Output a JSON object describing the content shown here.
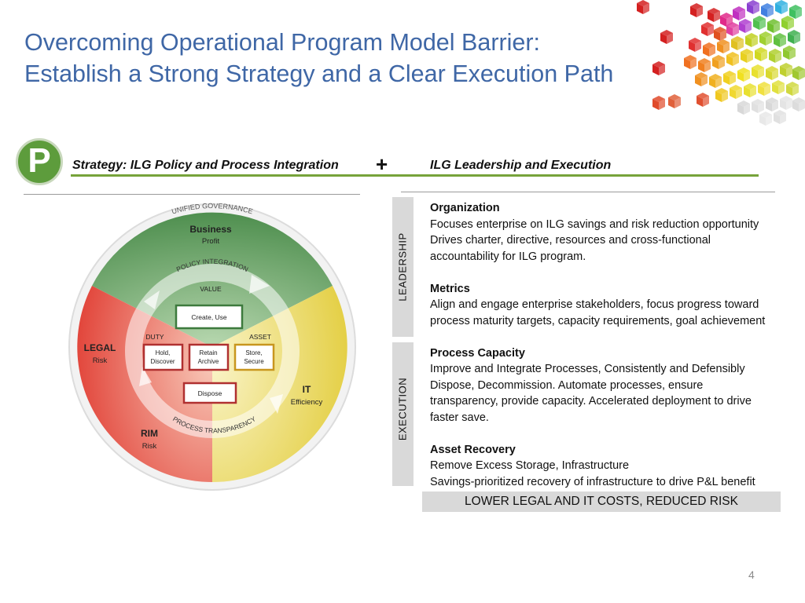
{
  "title": {
    "line1": "Overcoming Operational Program Model Barrier:",
    "line2": "Establish a Strong Strategy and a Clear Execution Path"
  },
  "badge": "P",
  "header": {
    "strategy": "Strategy:  ILG Policy and Process Integration",
    "plus": "+",
    "leadership": "ILG Leadership and Execution"
  },
  "side_labels": {
    "leadership": "LEADERSHIP",
    "execution": "EXECUTION"
  },
  "sections": {
    "organization": {
      "heading": "Organization",
      "lines": [
        "Focuses enterprise on ILG savings and risk reduction opportunity",
        "Drives charter, directive, resources and cross-functional",
        "accountability for ILG program."
      ]
    },
    "metrics": {
      "heading": "Metrics",
      "lines": [
        "Align and engage enterprise stakeholders,  focus progress toward",
        "process maturity targets, capacity requirements, goal achievement"
      ]
    },
    "process_capacity": {
      "heading": "Process Capacity",
      "lines": [
        "Improve and Integrate Processes, Consistently and Defensibly",
        "Dispose, Decommission.  Automate processes, ensure",
        "transparency, provide capacity.  Accelerated deployment to drive",
        "faster save."
      ]
    },
    "asset_recovery": {
      "heading": "Asset Recovery",
      "lines": [
        "Remove Excess Storage, Infrastructure",
        "Savings-prioritized recovery of  infrastructure to drive P&L benefit"
      ]
    }
  },
  "banner": "LOWER LEGAL AND IT COSTS, REDUCED RISK",
  "page_number": "4",
  "wheel": {
    "outer_text": "UNIFIED GOVERNANCE",
    "ring_top_text": "POLICY INTEGRATION",
    "ring_bottom_text": "PROCESS TRANSPARENCY",
    "segments": {
      "business": {
        "title": "Business",
        "sub": "Profit"
      },
      "legal": {
        "title": "LEGAL",
        "sub": "Risk"
      },
      "it": {
        "title": "IT",
        "sub": "Efficiency"
      },
      "rim": {
        "title": "RIM",
        "sub": "Risk"
      }
    },
    "labels": {
      "value": "VALUE",
      "duty": "DUTY",
      "asset": "ASSET"
    },
    "boxes": {
      "create_use": "Create, Use",
      "hold_1": "Hold,",
      "hold_2": "Discover",
      "retain_1": "Retain",
      "retain_2": "Archive",
      "store_1": "Store,",
      "store_2": "Secure",
      "dispose": "Dispose"
    },
    "colors": {
      "business_green": "#5e9a5e",
      "legal_red": "#e8463a",
      "it_yellow": "#e8d64a",
      "box_green": "#3d7a3d",
      "box_red": "#b03030",
      "box_gold": "#c8961e"
    }
  }
}
